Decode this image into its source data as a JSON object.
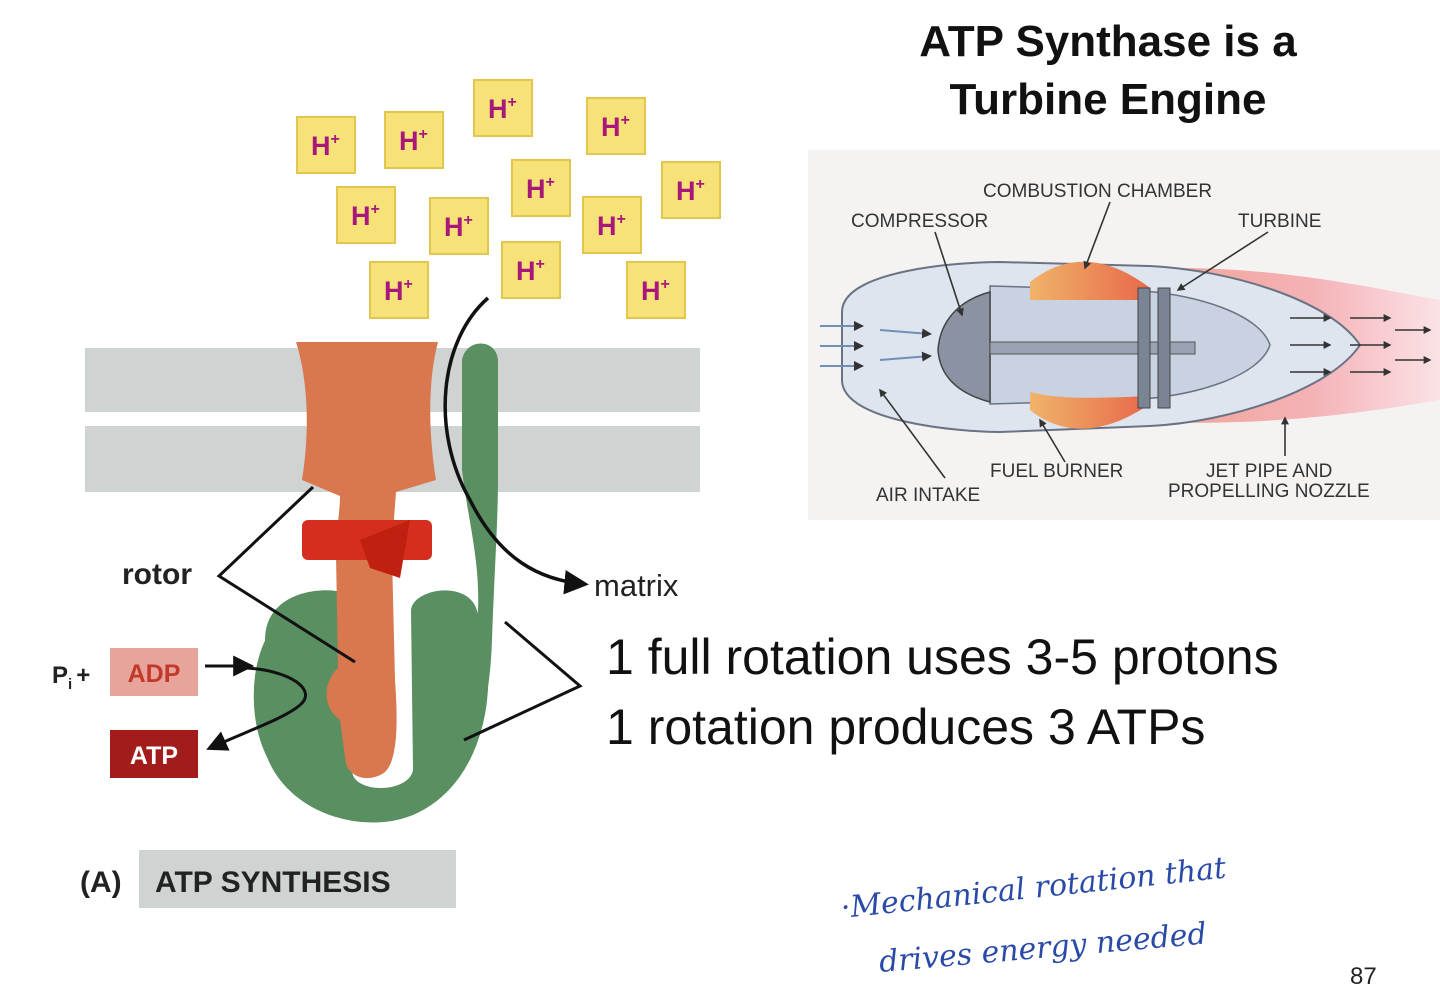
{
  "title": {
    "line1": "ATP Synthase is a",
    "line2": "Turbine Engine"
  },
  "diagram": {
    "proton_label": "H",
    "proton_charge": "+",
    "rotor_label": "rotor",
    "matrix_label": "matrix",
    "pi_label": "P",
    "pi_subscript": "i",
    "plus_sign": "+",
    "adp_label": "ADP",
    "atp_label": "ATP",
    "panel_letter": "(A)",
    "panel_caption": "ATP SYNTHESIS"
  },
  "engine": {
    "combustion_chamber": "COMBUSTION CHAMBER",
    "compressor": "COMPRESSOR",
    "turbine": "TURBINE",
    "fuel_burner": "FUEL BURNER",
    "air_intake": "AIR INTAKE",
    "jet_pipe_line1": "JET PIPE AND",
    "jet_pipe_line2": "PROPELLING NOZZLE"
  },
  "facts": {
    "line1": "1 full rotation uses 3-5 protons",
    "line2": "1 rotation produces 3 ATPs"
  },
  "handwritten_note": {
    "line1": "·Mechanical rotation that",
    "line2": "drives energy needed"
  },
  "page_number": "87",
  "colors": {
    "rotor": "#d9774f",
    "stator": "#5a8f62",
    "membrane": "#cfd3d2",
    "proton_box": "#f7e27a",
    "proton_text": "#a8187a",
    "adp_box": "#e8a49a",
    "atp_box": "#a31c1c",
    "handwriting": "#2a4aa8"
  }
}
